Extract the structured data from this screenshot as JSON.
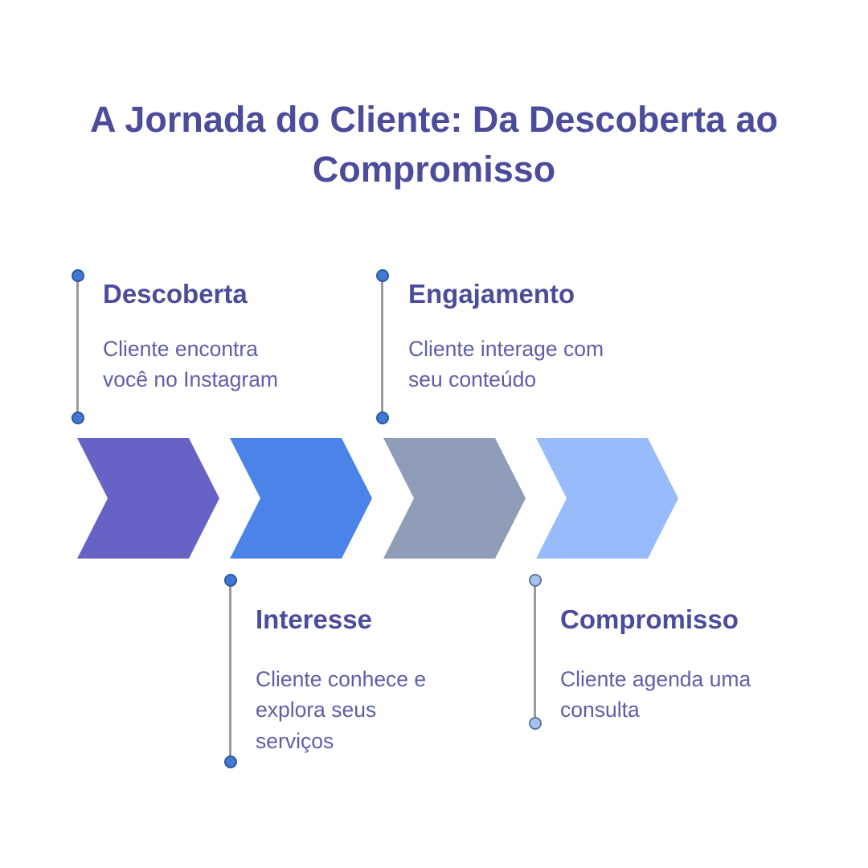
{
  "title": "A Jornada do Cliente: Da Descoberta ao Compromisso",
  "theme": {
    "background": "#ffffff",
    "title_color": "#4c4c9d",
    "heading_color": "#4c4c9d",
    "body_text_color": "#5e5eac",
    "connector_line_color": "#9b9b9b"
  },
  "steps": [
    {
      "name": "Descoberta",
      "description": "Cliente encontra você no Instagram",
      "label_position": "above",
      "color": "#6763c6",
      "dot_fill": "#4178d2",
      "dot_border": "#2b5aa0"
    },
    {
      "name": "Interesse",
      "description": "Cliente conhece e explora seus serviços",
      "label_position": "below",
      "color": "#4a84e9",
      "dot_fill": "#4178d2",
      "dot_border": "#2b5aa0"
    },
    {
      "name": "Engajamento",
      "description": "Cliente interage com seu conteúdo",
      "label_position": "above",
      "color": "#8f9db9",
      "dot_fill": "#4178d2",
      "dot_border": "#2b5aa0"
    },
    {
      "name": "Compromisso",
      "description": "Cliente agenda uma consulta",
      "label_position": "below",
      "color": "#98bcfb",
      "dot_fill": "#a6c1f4",
      "dot_border": "#627898"
    }
  ]
}
